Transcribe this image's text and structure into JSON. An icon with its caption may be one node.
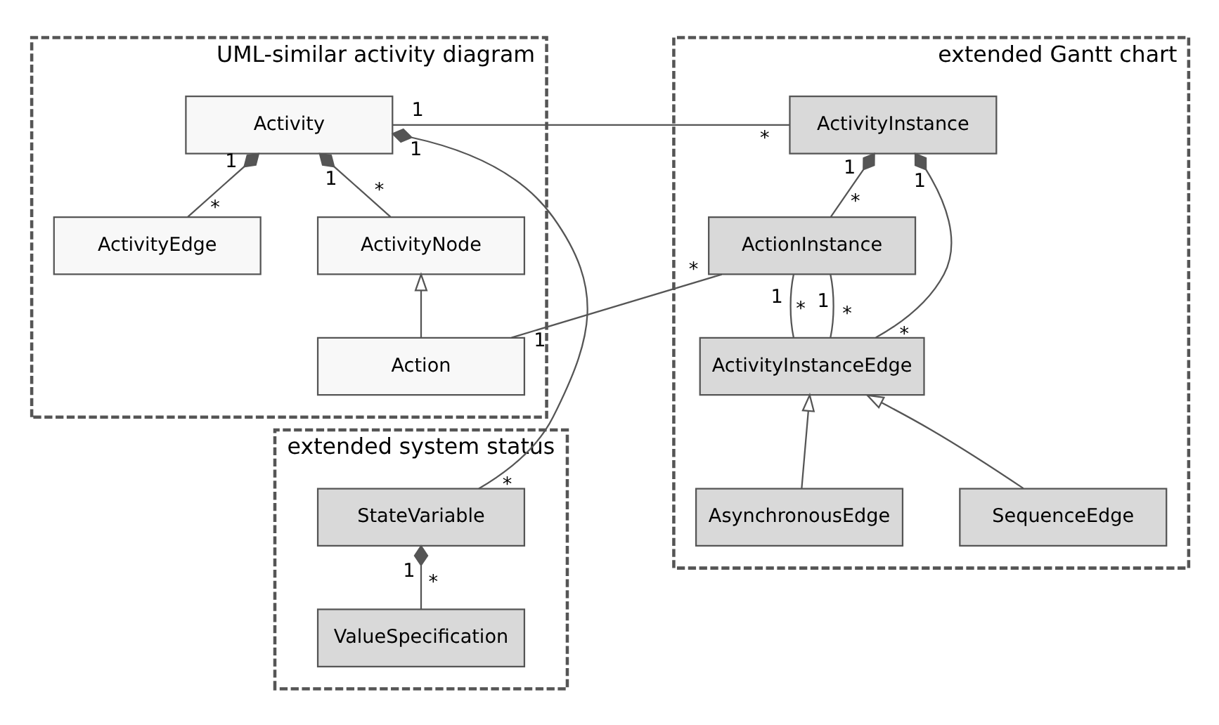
{
  "diagram": {
    "nodes": [
      {
        "text": [
          "UML-similar activity diagram"
        ]
      },
      {
        "text": [
          "Activity"
        ],
        "in": 0
      },
      {
        "text": [
          "ActivityEdge"
        ],
        "in": 0
      },
      {
        "text": [
          "ActivityNode"
        ],
        "in": 0
      },
      {
        "text": [
          "Action"
        ],
        "in": 0
      },
      {
        "text": [
          "extended Gantt chart"
        ]
      },
      {
        "text": [
          "ActivityInstance"
        ],
        "in": 5
      },
      {
        "text": [
          "ActionInstance"
        ],
        "in": 5
      },
      {
        "text": [
          "ActivityInstanceEdge"
        ],
        "in": 5
      },
      {
        "text": [
          "AsynchronousEdge"
        ],
        "in": 5
      },
      {
        "text": [
          "SequenceEdge"
        ],
        "in": 5
      },
      {
        "text": [
          "extended system status"
        ]
      },
      {
        "text": [
          "StateVariable"
        ],
        "in": 11
      },
      {
        "text": [
          "ValueSpecification"
        ],
        "in": 11
      }
    ],
    "edges": [
      {
        "from": 1,
        "to": 6,
        "arrow": "none"
      },
      {
        "from": 1,
        "to": 2,
        "arrow": "other"
      },
      {
        "from": 1,
        "to": 3,
        "arrow": "other"
      },
      {
        "from": 4,
        "to": 3,
        "arrow": "to"
      },
      {
        "from": 1,
        "to": 12,
        "arrow": "other"
      },
      {
        "from": 4,
        "to": 7,
        "arrow": "none"
      },
      {
        "from": 6,
        "to": 7,
        "arrow": "other"
      },
      {
        "from": 6,
        "to": 8,
        "arrow": "other"
      },
      {
        "from": 7,
        "to": 8,
        "arrow": "none"
      },
      {
        "from": 7,
        "to": 8,
        "arrow": "none"
      },
      {
        "from": 9,
        "to": 8,
        "arrow": "to"
      },
      {
        "from": 10,
        "to": 8,
        "arrow": "to"
      },
      {
        "from": 12,
        "to": 13,
        "arrow": "other"
      }
    ],
    "labels": [
      "1",
      "1",
      "*",
      "1",
      "1",
      "1",
      "1",
      "*",
      "*",
      "*",
      "*",
      "1",
      "*",
      "1",
      "*",
      "1",
      "*",
      "*",
      "1",
      "*"
    ]
  }
}
